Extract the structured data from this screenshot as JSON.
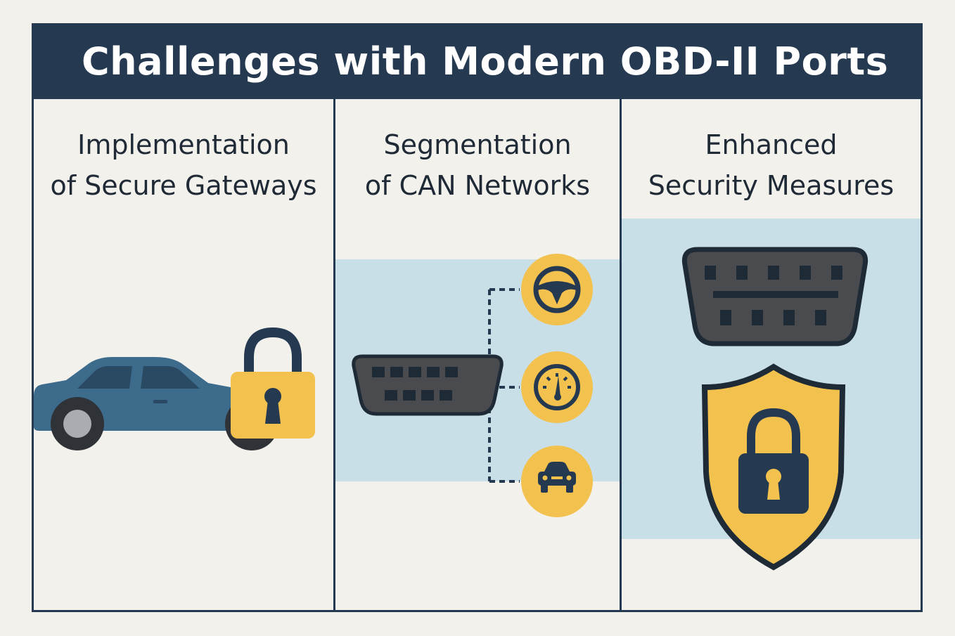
{
  "title": "Challenges with Modern OBD-II Ports",
  "colors": {
    "header": "#253a50",
    "background": "#f2f1ec",
    "band": "#c9dfe8",
    "accent_yellow": "#f2c14e",
    "car_blue": "#3d6b8c",
    "dark_gray": "#4a4b4f",
    "outline": "#1e2a36"
  },
  "panels": [
    {
      "title_lines": [
        "Implementation",
        "of Secure Gateways"
      ],
      "icons": [
        "car-icon",
        "padlock-icon"
      ]
    },
    {
      "title_lines": [
        "Segmentation",
        "of CAN Networks"
      ],
      "icons": [
        "obd-connector-icon",
        "steering-wheel-icon",
        "speedometer-icon",
        "car-front-icon"
      ]
    },
    {
      "title_lines": [
        "Enhanced",
        "Security Measures"
      ],
      "icons": [
        "obd-connector-icon",
        "shield-lock-icon"
      ]
    }
  ]
}
